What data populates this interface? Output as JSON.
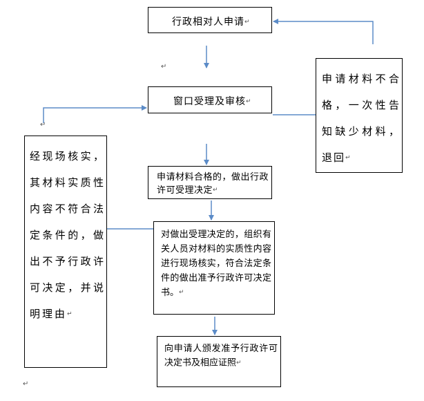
{
  "flowchart": {
    "nodes": {
      "applicant": "行政相对人申请",
      "window_review": "窗口受理及审核",
      "reject_incomplete": "申请材料不合格，一次性告知缺少材料，退回",
      "accept": "申请材料合格的，做出行政许可受理决定",
      "site_verify": "对做出受理决定的，组织有关人员对材料的实质性内容进行现场核实，符合法定条件的做出准予行政许可决定书。",
      "deny": "经现场核实，其材料实质性内容不符合法定条件的，做出不予行政许可决定，并说明理由",
      "issue": "向申请人颁发准予行政许可决定书及相应证照"
    },
    "paragraph_mark": "↵"
  },
  "colors": {
    "connector": "#5b8bc7",
    "border": "#000000"
  }
}
